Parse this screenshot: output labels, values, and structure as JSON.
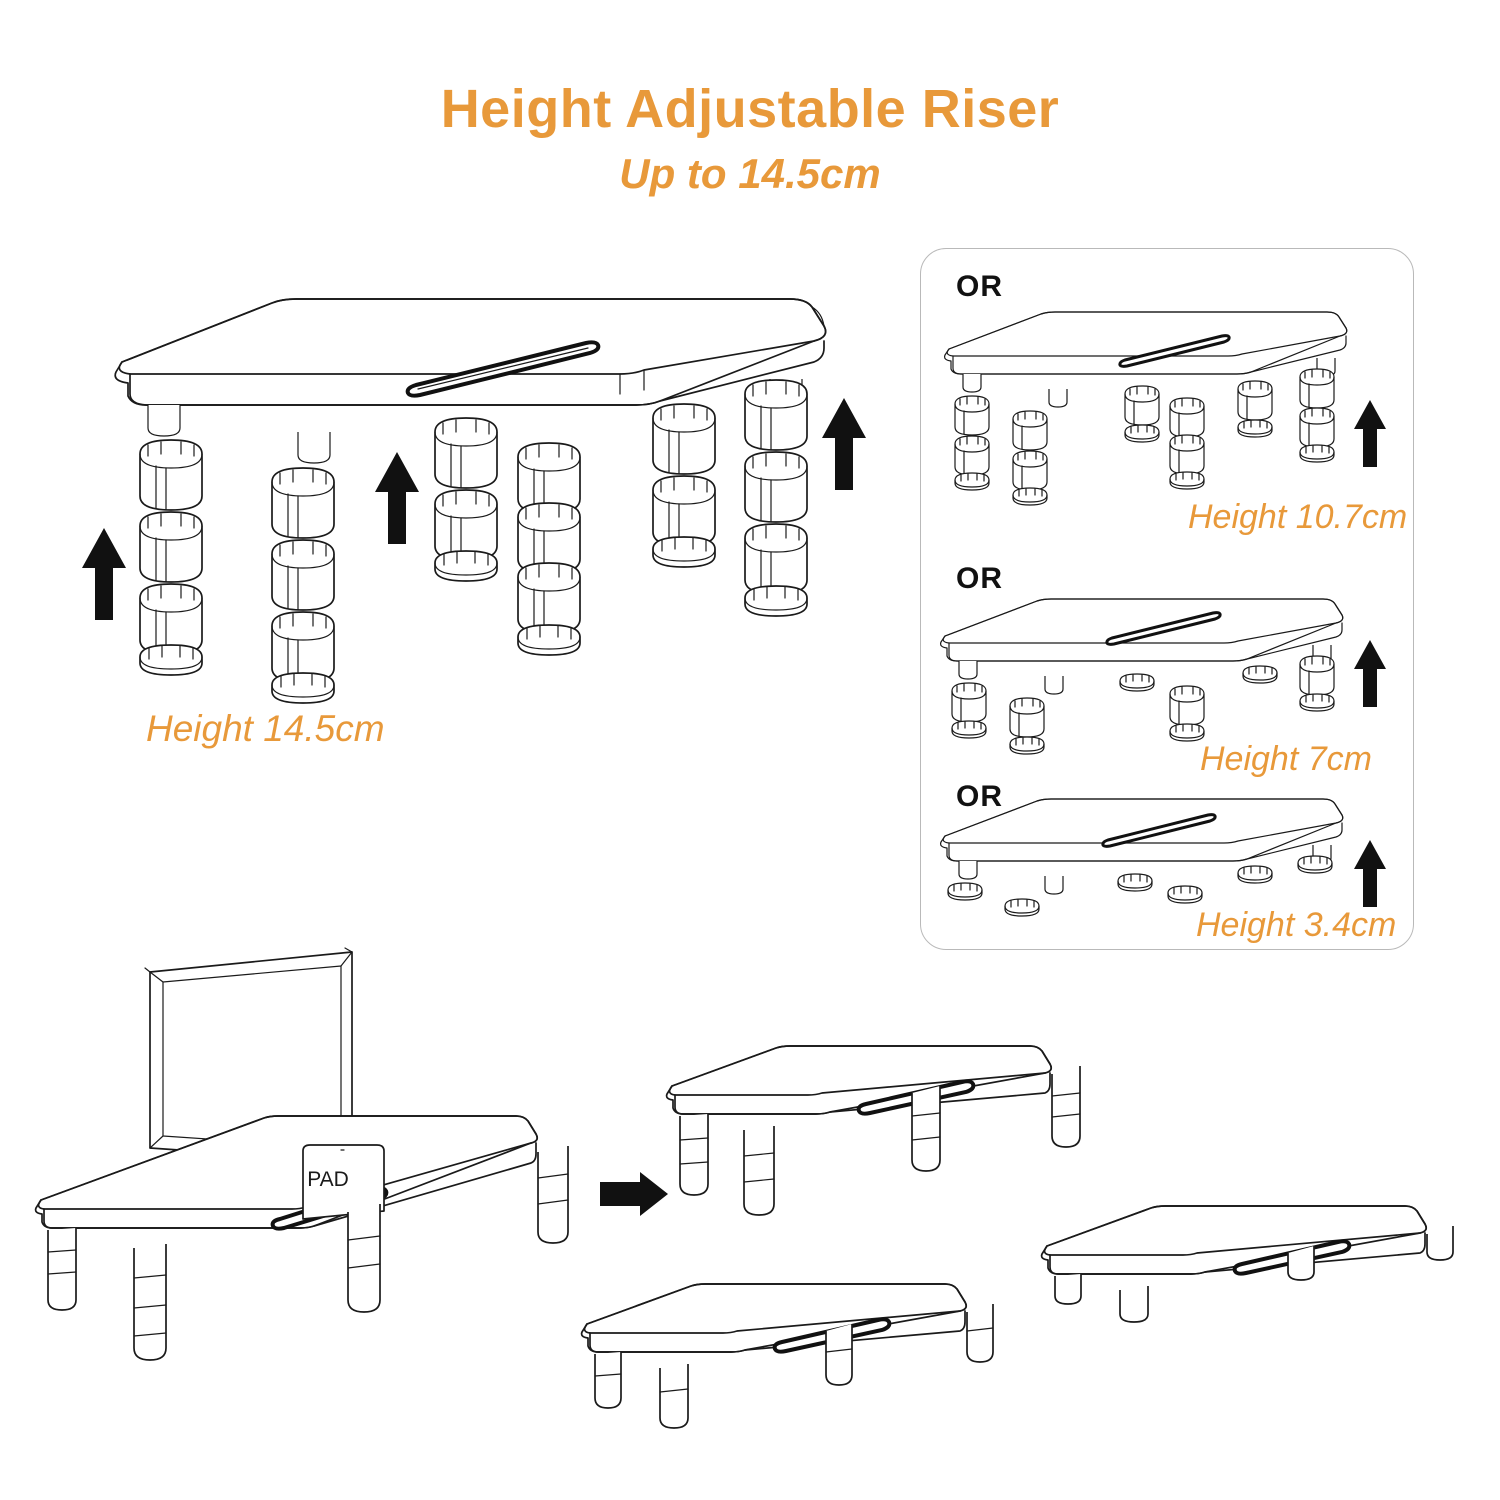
{
  "header": {
    "title": "Height Adjustable Riser",
    "subtitle": "Up to 14.5cm"
  },
  "main_exploded": {
    "height_label": "Height 14.5cm",
    "arrow_icon": "up-arrow-icon",
    "leg_segments_per_post": 3,
    "base_pads_per_post": 1
  },
  "options_panel": {
    "options": [
      {
        "or_label": "OR",
        "height_label": "Height 10.7cm",
        "leg_segments_per_post": 2,
        "arrow_icon": "up-arrow-icon"
      },
      {
        "or_label": "OR",
        "height_label": "Height 7cm",
        "leg_segments_per_post": 1,
        "arrow_icon": "up-arrow-icon"
      },
      {
        "or_label": "OR",
        "height_label": "Height 3.4cm",
        "leg_segments_per_post": 0,
        "arrow_icon": "up-arrow-icon"
      }
    ]
  },
  "usage_scene": {
    "device_label": "PAD",
    "transition_arrow_icon": "right-arrow-icon",
    "riser_count": 3
  },
  "colors": {
    "accent": "#e8993a",
    "line": "#1a1a1a",
    "panel_border": "#b9b9b9",
    "background": "#ffffff"
  }
}
